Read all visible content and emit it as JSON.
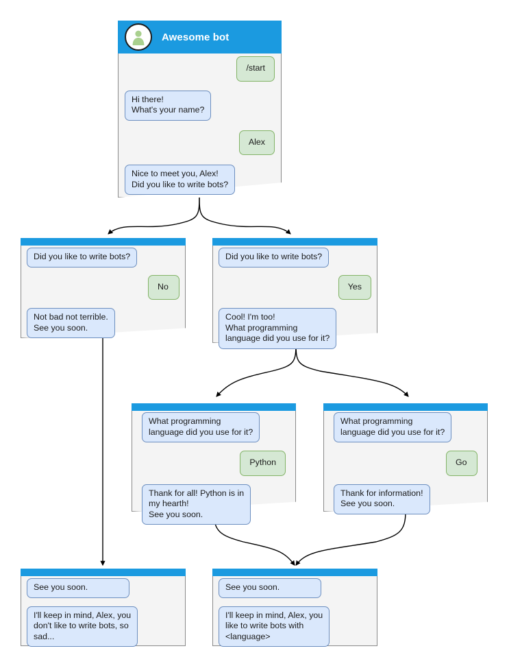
{
  "diagram": {
    "title": "Awesome bot conversation flow",
    "colors": {
      "header_blue": "#1b9ae0",
      "window_bg": "#f4f4f4",
      "bot_bubble_fill": "#dae8fc",
      "bot_bubble_border": "#6c8ebf",
      "user_bubble_fill": "#d5e8d4",
      "user_bubble_border": "#82b366",
      "node_border": "#8a8a8a",
      "edge": "#000000",
      "avatar_person": "#a9d08e"
    }
  },
  "nodes": [
    {
      "id": "start",
      "title": "Awesome bot",
      "avatar_icon": "person-avatar-icon",
      "messages": [
        {
          "side": "user",
          "text": "/start"
        },
        {
          "side": "bot",
          "text": "Hi there!\nWhat's your name?"
        },
        {
          "side": "user",
          "text": "Alex"
        },
        {
          "side": "bot",
          "text": "Nice to meet you, Alex!\nDid you like to write bots?"
        }
      ]
    },
    {
      "id": "answer-no",
      "messages": [
        {
          "side": "bot",
          "text": "Did you like to write bots?"
        },
        {
          "side": "user",
          "text": "No"
        },
        {
          "side": "bot",
          "text": "Not bad not terrible.\nSee you soon."
        }
      ]
    },
    {
      "id": "answer-yes",
      "messages": [
        {
          "side": "bot",
          "text": "Did you like to write bots?"
        },
        {
          "side": "user",
          "text": "Yes"
        },
        {
          "side": "bot",
          "text": "Cool! I'm too!\nWhat programming\nlanguage did you use for it?"
        }
      ]
    },
    {
      "id": "lang-python",
      "messages": [
        {
          "side": "bot",
          "text": "What programming\nlanguage did you use for it?"
        },
        {
          "side": "user",
          "text": "Python"
        },
        {
          "side": "bot",
          "text": "Thank for all! Python is in\nmy hearth!\nSee you soon."
        }
      ]
    },
    {
      "id": "lang-go",
      "messages": [
        {
          "side": "bot",
          "text": "What programming\nlanguage did you use for it?"
        },
        {
          "side": "user",
          "text": "Go"
        },
        {
          "side": "bot",
          "text": "Thank for information!\nSee you soon."
        }
      ]
    },
    {
      "id": "end-no",
      "messages": [
        {
          "side": "bot",
          "text": "See you soon."
        },
        {
          "side": "bot",
          "text": "I'll keep in mind, Alex, you\ndon't like to write bots, so\nsad..."
        }
      ]
    },
    {
      "id": "end-yes",
      "messages": [
        {
          "side": "bot",
          "text": "See you soon."
        },
        {
          "side": "bot",
          "text": "I'll keep in mind, Alex, you\nlike to write bots with\n<language>"
        }
      ]
    }
  ],
  "text": {
    "start_title": "Awesome bot",
    "m_start": "/start",
    "m_hi": "Hi there!\nWhat's your name?",
    "m_alex": "Alex",
    "m_nice": "Nice to meet you, Alex!\nDid you like to write bots?",
    "m_didyou": "Did you like to write bots?",
    "m_no": "No",
    "m_notbad": "Not bad not terrible.\nSee you soon.",
    "m_yes": "Yes",
    "m_cool": "Cool! I'm too!\nWhat programming\nlanguage did you use for it?",
    "m_whatlang": "What programming\nlanguage did you use for it?",
    "m_python": "Python",
    "m_thankall": "Thank for all! Python is in\nmy hearth!\nSee you soon.",
    "m_go": "Go",
    "m_thankinfo": "Thank for information!\nSee you soon.",
    "m_seeyou": "See you soon.",
    "m_keepno": "I'll keep in mind, Alex, you\ndon't like to write bots, so\nsad...",
    "m_keepyes": "I'll keep in mind, Alex, you\nlike to write bots with\n<language>"
  }
}
